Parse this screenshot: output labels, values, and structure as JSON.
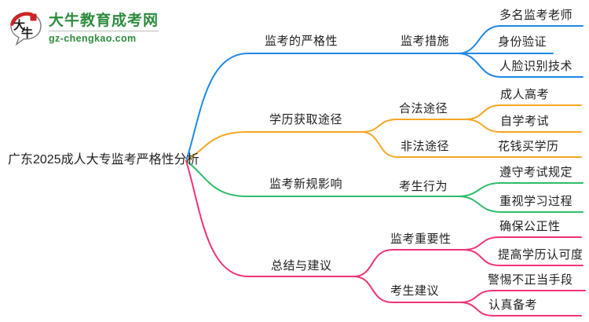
{
  "page": {
    "background": "#ffffff"
  },
  "logo": {
    "site_name": "大牛教育成考网",
    "site_url": "gz-chengkao.com",
    "bubble_char_1": "大",
    "bubble_char_2": "牛",
    "brand_green": "#2E8B3D",
    "brand_red": "#CE2426"
  },
  "mindmap": {
    "root": {
      "label": "广东2025成人大专监考严格性分析"
    },
    "branches": [
      {
        "label": "监考的严格性",
        "color": "#1E88E5",
        "children": [
          {
            "label": "监考措施",
            "children": [
              {
                "label": "多名监考老师"
              },
              {
                "label": "身份验证"
              },
              {
                "label": "人脸识别技术"
              }
            ]
          }
        ]
      },
      {
        "label": "学历获取途径",
        "color": "#F5A623",
        "children": [
          {
            "label": "合法途径",
            "children": [
              {
                "label": "成人高考"
              },
              {
                "label": "自学考试"
              }
            ]
          },
          {
            "label": "非法途径",
            "children": [
              {
                "label": "花钱买学历"
              }
            ]
          }
        ]
      },
      {
        "label": "监考新规影响",
        "color": "#2EBD6B",
        "children": [
          {
            "label": "考生行为",
            "children": [
              {
                "label": "遵守考试规定"
              },
              {
                "label": "重视学习过程"
              }
            ]
          }
        ]
      },
      {
        "label": "总结与建议",
        "color": "#F03278",
        "children": [
          {
            "label": "监考重要性",
            "children": [
              {
                "label": "确保公正性"
              },
              {
                "label": "提高学历认可度"
              }
            ]
          },
          {
            "label": "考生建议",
            "children": [
              {
                "label": "警惕不正当手段"
              },
              {
                "label": "认真备考"
              }
            ]
          }
        ]
      }
    ]
  }
}
